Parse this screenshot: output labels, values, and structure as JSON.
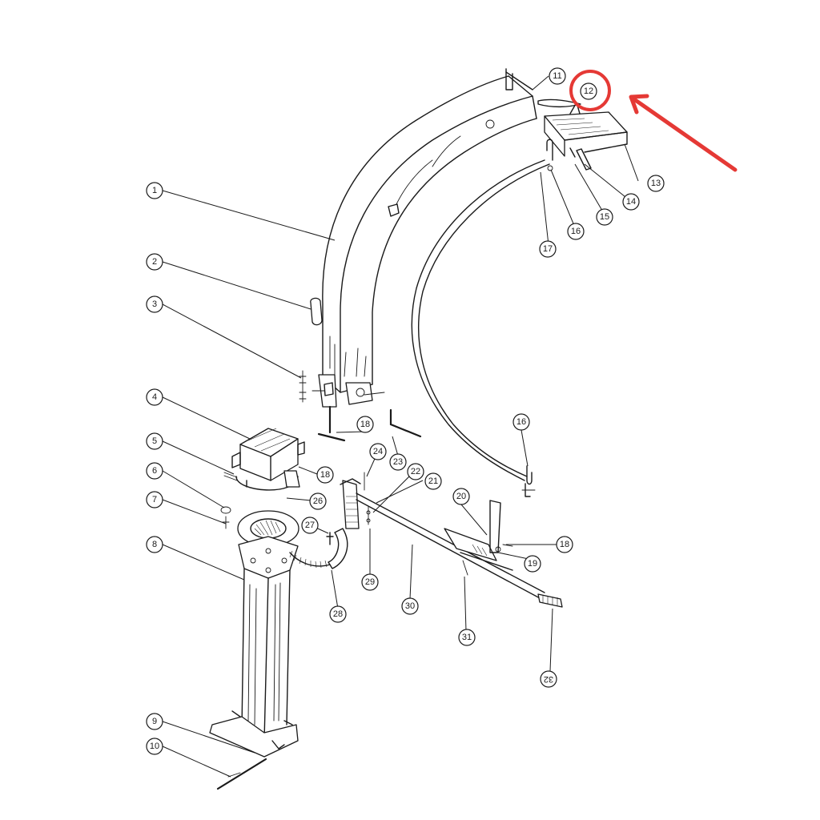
{
  "diagram": {
    "callouts": [
      {
        "id": "c1",
        "label": "1"
      },
      {
        "id": "c2",
        "label": "2"
      },
      {
        "id": "c3",
        "label": "3"
      },
      {
        "id": "c4",
        "label": "4"
      },
      {
        "id": "c5",
        "label": "5"
      },
      {
        "id": "c6",
        "label": "6"
      },
      {
        "id": "c7",
        "label": "7"
      },
      {
        "id": "c8",
        "label": "8"
      },
      {
        "id": "c9",
        "label": "9"
      },
      {
        "id": "c10",
        "label": "10"
      },
      {
        "id": "c11",
        "label": "11"
      },
      {
        "id": "c12",
        "label": "12"
      },
      {
        "id": "c13",
        "label": "13"
      },
      {
        "id": "c14",
        "label": "14"
      },
      {
        "id": "c15",
        "label": "15"
      },
      {
        "id": "c16a",
        "label": "16"
      },
      {
        "id": "c16b",
        "label": "16"
      },
      {
        "id": "c17",
        "label": "17"
      },
      {
        "id": "c18a",
        "label": "18"
      },
      {
        "id": "c18b",
        "label": "18"
      },
      {
        "id": "c18c",
        "label": "18"
      },
      {
        "id": "c19",
        "label": "19"
      },
      {
        "id": "c20",
        "label": "20"
      },
      {
        "id": "c21",
        "label": "21"
      },
      {
        "id": "c22",
        "label": "22"
      },
      {
        "id": "c23",
        "label": "23"
      },
      {
        "id": "c24",
        "label": "24"
      },
      {
        "id": "c26",
        "label": "26"
      },
      {
        "id": "c27",
        "label": "27"
      },
      {
        "id": "c28",
        "label": "28"
      },
      {
        "id": "c29",
        "label": "29"
      },
      {
        "id": "c30",
        "label": "30"
      },
      {
        "id": "c31",
        "label": "31"
      },
      {
        "id": "c32",
        "label": "32"
      }
    ],
    "highlight": {
      "target": "12",
      "color": "#e53935"
    },
    "colors": {
      "line": "#1a1a1a",
      "accent": "#e53935",
      "background": "#ffffff"
    }
  }
}
